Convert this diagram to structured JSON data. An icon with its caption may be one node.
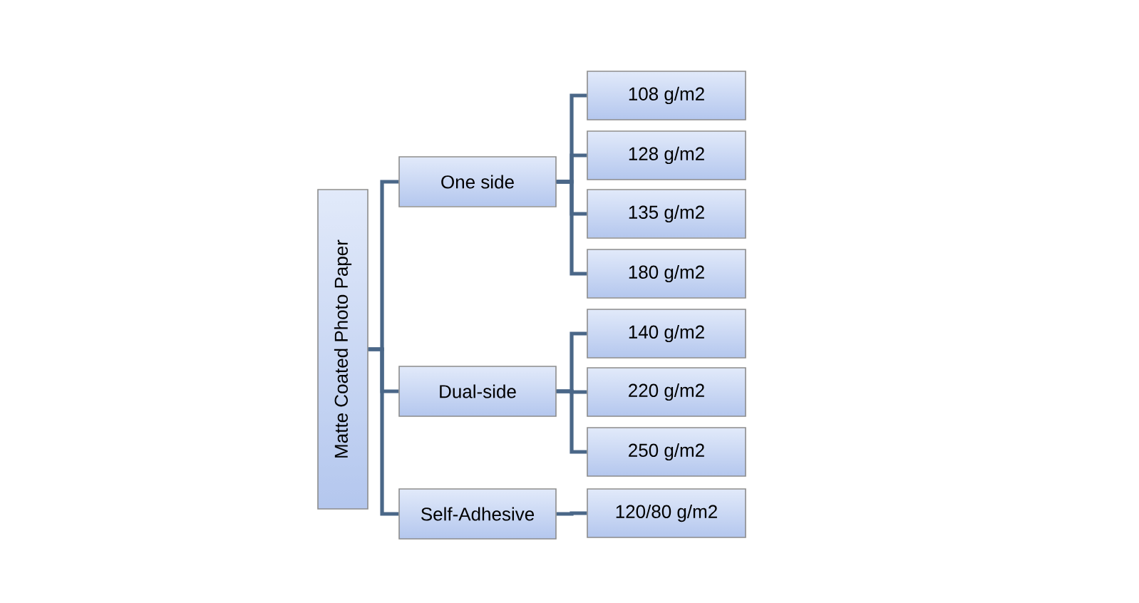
{
  "diagram": {
    "nodes": [
      {
        "text": [
          "Matte Coated Photo Paper"
        ]
      },
      {
        "text": [
          "One side"
        ]
      },
      {
        "text": [
          "Dual-side"
        ]
      },
      {
        "text": [
          "Self-Adhesive"
        ]
      },
      {
        "text": [
          "108 g/m2"
        ]
      },
      {
        "text": [
          "128 g/m2"
        ]
      },
      {
        "text": [
          "135 g/m2"
        ]
      },
      {
        "text": [
          "180 g/m2"
        ]
      },
      {
        "text": [
          "140 g/m2"
        ]
      },
      {
        "text": [
          "220 g/m2"
        ]
      },
      {
        "text": [
          "250 g/m2"
        ]
      },
      {
        "text": [
          "120/80 g/m2"
        ]
      }
    ],
    "edges": [
      {
        "from": 0,
        "to": 1,
        "arrow": "none"
      },
      {
        "from": 0,
        "to": 2,
        "arrow": "none"
      },
      {
        "from": 0,
        "to": 3,
        "arrow": "none"
      },
      {
        "from": 1,
        "to": 4,
        "arrow": "none"
      },
      {
        "from": 1,
        "to": 5,
        "arrow": "none"
      },
      {
        "from": 1,
        "to": 6,
        "arrow": "none"
      },
      {
        "from": 1,
        "to": 7,
        "arrow": "none"
      },
      {
        "from": 2,
        "to": 8,
        "arrow": "none"
      },
      {
        "from": 2,
        "to": 9,
        "arrow": "none"
      },
      {
        "from": 2,
        "to": 10,
        "arrow": "none"
      },
      {
        "from": 3,
        "to": 11,
        "arrow": "none"
      }
    ]
  }
}
